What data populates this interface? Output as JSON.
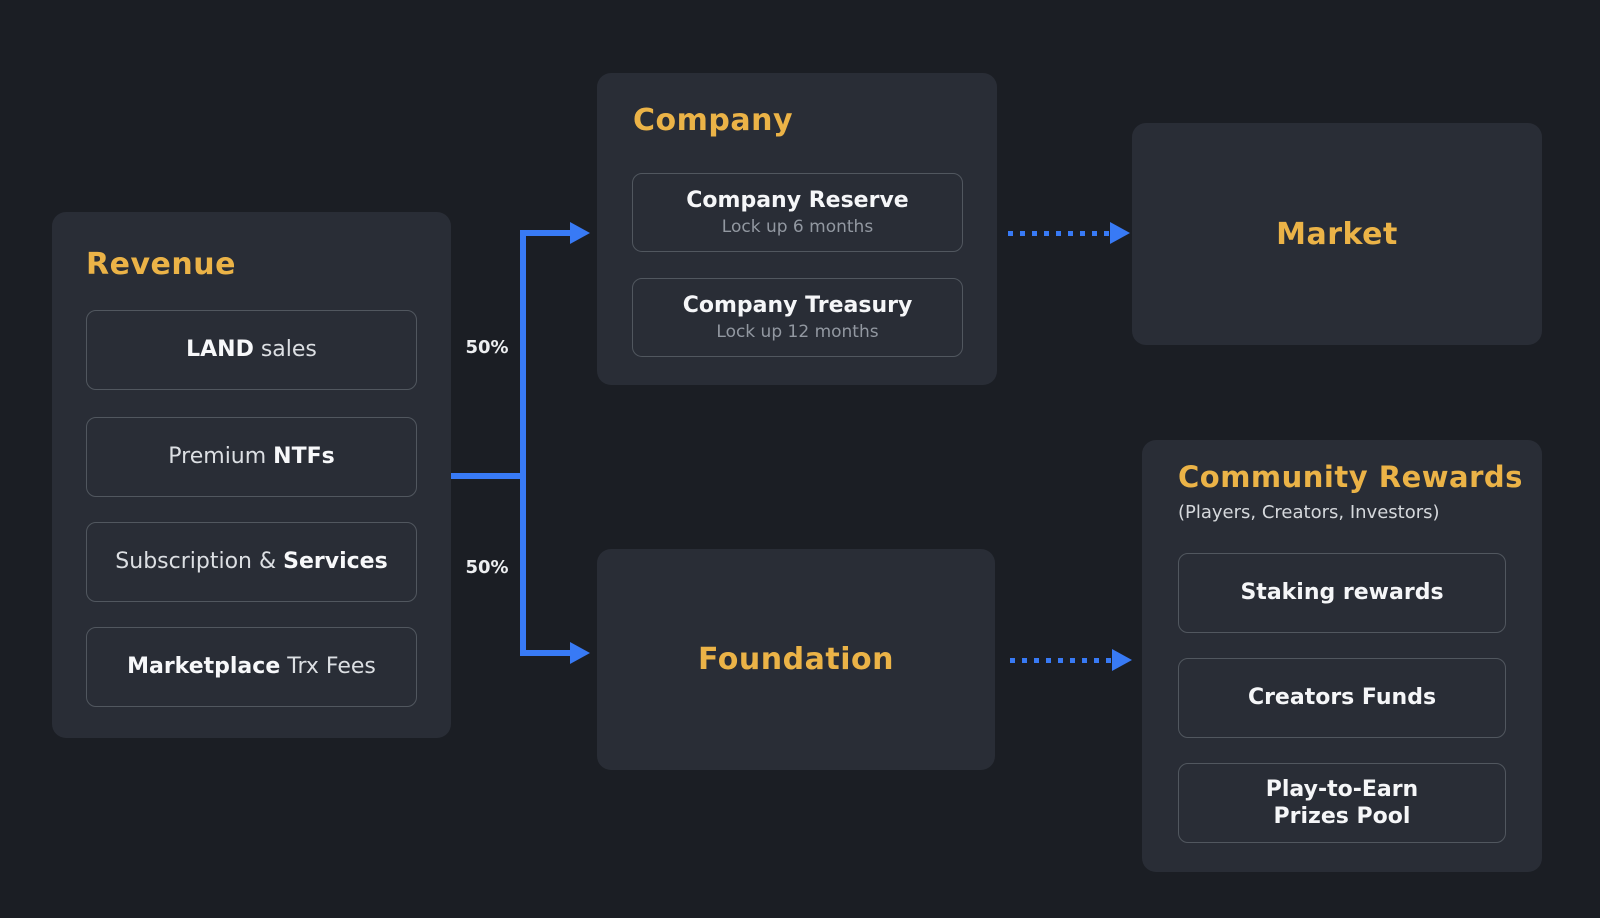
{
  "colors": {
    "background": "#1b1e24",
    "panel": "#292d36",
    "box_border": "#51575f",
    "accent_gold": "#ebb347",
    "arrow_blue": "#387af5",
    "text_primary": "#f5f6f8",
    "text_secondary": "#9298a1"
  },
  "revenue": {
    "title": "Revenue",
    "items": [
      {
        "prefix": "",
        "bold": "LAND",
        "suffix": " sales"
      },
      {
        "prefix": "Premium ",
        "bold": "NTFs",
        "suffix": ""
      },
      {
        "prefix": "Subscription & ",
        "bold": "Services",
        "suffix": ""
      },
      {
        "prefix": "",
        "bold": "Marketplace",
        "suffix": " Trx Fees"
      }
    ]
  },
  "flows": {
    "revenue_to_company_pct": "50%",
    "revenue_to_foundation_pct": "50%"
  },
  "company": {
    "title": "Company",
    "boxes": [
      {
        "title": "Company Reserve",
        "subtitle": "Lock up 6 months"
      },
      {
        "title": "Company Treasury",
        "subtitle": "Lock up 12 months"
      }
    ]
  },
  "market": {
    "title": "Market"
  },
  "foundation": {
    "title": "Foundation"
  },
  "community": {
    "title": "Community Rewards",
    "subtitle": "(Players, Creators, Investors)",
    "boxes": [
      {
        "label": "Staking rewards"
      },
      {
        "label": "Creators Funds"
      },
      {
        "label_line1": "Play-to-Earn",
        "label_line2": "Prizes Pool"
      }
    ]
  }
}
